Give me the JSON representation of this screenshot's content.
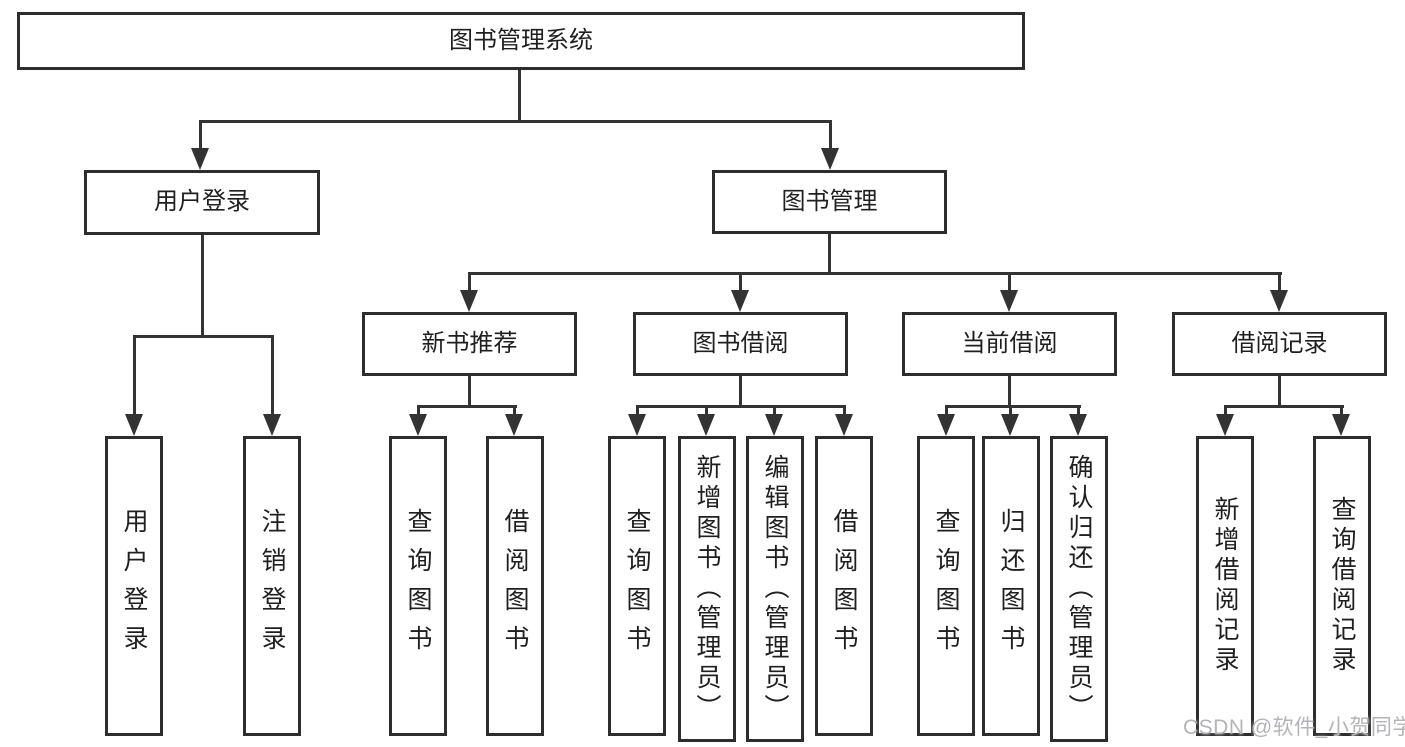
{
  "diagram": {
    "type": "hierarchy-diagram",
    "tree": {
      "label": "图书管理系统",
      "children": [
        {
          "label": "用户登录",
          "children": [
            {
              "label": "用户登录"
            },
            {
              "label": "注销登录"
            }
          ]
        },
        {
          "label": "图书管理",
          "children": [
            {
              "label": "新书推荐",
              "children": [
                {
                  "label": "查询图书"
                },
                {
                  "label": "借阅图书"
                }
              ]
            },
            {
              "label": "图书借阅",
              "children": [
                {
                  "label": "查询图书"
                },
                {
                  "label": "新增图书（管理员）"
                },
                {
                  "label": "编辑图书（管理员）"
                },
                {
                  "label": "借阅图书"
                }
              ]
            },
            {
              "label": "当前借阅",
              "children": [
                {
                  "label": "查询图书"
                },
                {
                  "label": "归还图书"
                },
                {
                  "label": "确认归还（管理员）"
                }
              ]
            },
            {
              "label": "借阅记录",
              "children": [
                {
                  "label": "新增借阅记录"
                },
                {
                  "label": "查询借阅记录"
                }
              ]
            }
          ]
        }
      ]
    },
    "watermark": "CSDN @软件_小贺同学",
    "colors": {
      "line": "#333333",
      "box_border": "#2d2d2d",
      "box_fill": "#ffffff",
      "text": "#1f1f1f",
      "watermark": "#b4b4b8"
    }
  }
}
